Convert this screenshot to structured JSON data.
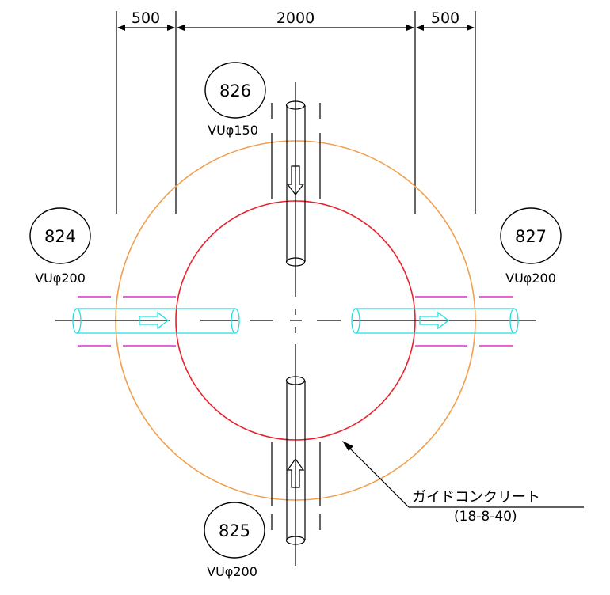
{
  "dimensions": {
    "left": "500",
    "center": "2000",
    "right": "500"
  },
  "pipes": [
    {
      "id": "826",
      "spec": "VUφ150"
    },
    {
      "id": "824",
      "spec": "VUφ200"
    },
    {
      "id": "827",
      "spec": "VUφ200"
    },
    {
      "id": "825",
      "spec": "VUφ200"
    }
  ],
  "note": {
    "label": "ガイドコンクリート",
    "spec": "(18-8-40)"
  },
  "colors": {
    "outer_circle": "#f0a050",
    "inner_circle": "#e8222e",
    "pipe_cyan": "#22dddd",
    "guide_magenta": "#e030c8",
    "line": "#000000"
  }
}
